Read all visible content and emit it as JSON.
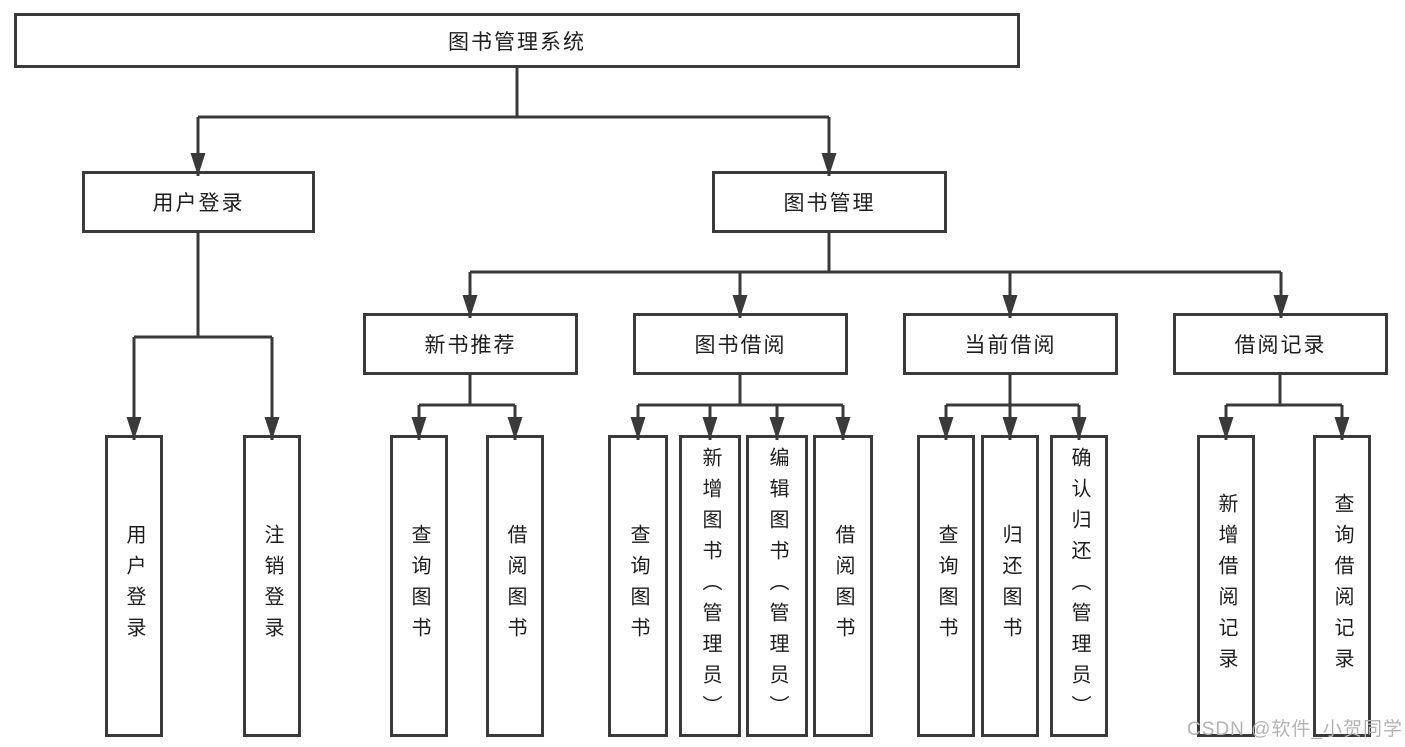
{
  "diagram": {
    "root": {
      "label": "图书管理系统"
    },
    "branches": [
      {
        "label": "用户登录",
        "children": [
          {
            "label": "用户登录"
          },
          {
            "label": "注销登录"
          }
        ]
      },
      {
        "label": "图书管理",
        "children": [
          {
            "label": "新书推荐",
            "children": [
              {
                "label": "查询图书"
              },
              {
                "label": "借阅图书"
              }
            ]
          },
          {
            "label": "图书借阅",
            "children": [
              {
                "label": "查询图书"
              },
              {
                "label": "新增图书（管理员）"
              },
              {
                "label": "编辑图书（管理员）"
              },
              {
                "label": "借阅图书"
              }
            ]
          },
          {
            "label": "当前借阅",
            "children": [
              {
                "label": "查询图书"
              },
              {
                "label": "归还图书"
              },
              {
                "label": "确认归还（管理员）"
              }
            ]
          },
          {
            "label": "借阅记录",
            "children": [
              {
                "label": "新增借阅记录"
              },
              {
                "label": "查询借阅记录"
              }
            ]
          }
        ]
      }
    ],
    "watermark": "CSDN @软件_小贺同学"
  },
  "colors": {
    "line": "#3a3a3a",
    "box_border": "#3a3a3a",
    "text": "#1d1d1d",
    "watermark": "#b3b3b3",
    "background": "#ffffff"
  }
}
